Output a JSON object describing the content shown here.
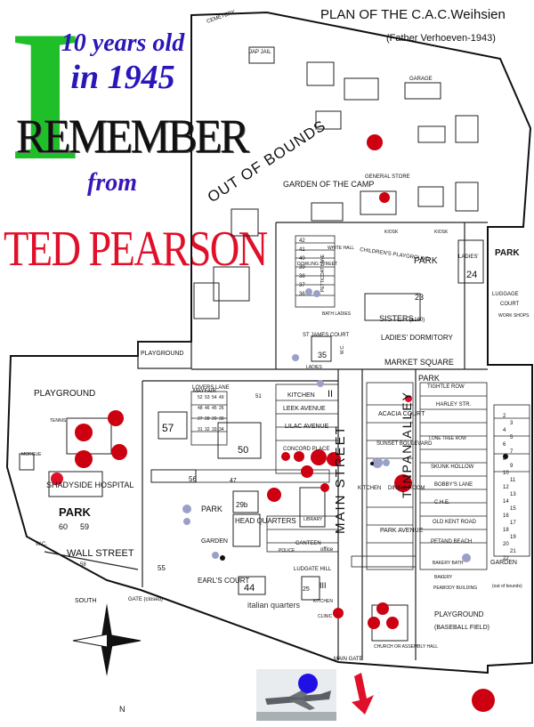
{
  "poster": {
    "big_letter": "I",
    "line_years": "10 years old",
    "line_year": "in 1945",
    "word_remember": "REMEMBER",
    "word_from": "from",
    "author": "TED PEARSON",
    "colors": {
      "green": "#1fbf2a",
      "blue": "#2a17b8",
      "red": "#e0102a"
    }
  },
  "map": {
    "title": "PLAN OF THE C.A.C.Weihsien",
    "subtitle": "(Father Verhoeven-1943)",
    "labels": {
      "cemetery": "CEMETERY",
      "jap_jail": "JAP JAIL",
      "garage": "GARAGE",
      "out_of_bounds": "OUT OF BOUNDS",
      "general_store": "GENERAL STORE",
      "garden_camp": "GARDEN OF THE CAMP",
      "kiosk1": "KIOSK",
      "kiosk2": "KIOSK",
      "ladies": "LADIES'",
      "park_right": "PARK",
      "kitchen_24": "24",
      "luggage": "LUGGAGE",
      "court": "COURT",
      "work_shops": "WORK SHOPS",
      "childrens_playground": "CHILDREN'S PLAYGROUND",
      "park_mid": "PARK",
      "petticoat_lane": "PETTICOAT LANE",
      "white_hall": "WHITE HALL",
      "dowling_street": "DOWLING STREET",
      "bath_ladies": "BATH LADIES",
      "sisters": "SISTERS",
      "sisters_count": "(±160)",
      "ladies_dormitory": "LADIES' DORMITORY",
      "block_23": "23",
      "st_james_court": "ST JAMES COURT",
      "b35": "35",
      "ladies_small": "LADIES",
      "wc": "W.C.",
      "playground_top": "PLAYGROUND",
      "market_square": "MARKET SQUARE",
      "market_park": "PARK",
      "lovers_lane": "LOVERS LANE",
      "mayfair": "MAYFAIR",
      "kitchen2": "KITCHEN",
      "kitchen_ii": "II",
      "leek_avenue": "LEEK AVENUE",
      "lilac_avenue": "LILAC AVENUE",
      "concord_place": "CONCORD PLACE",
      "b57": "57",
      "b50": "50",
      "b51": "51",
      "b56": "56",
      "b47": "47",
      "b29b": "29b",
      "park_center": "PARK",
      "headquarters": "HEAD QUARTERS",
      "garden_left": "GARDEN",
      "library": "LIBRARY",
      "canteen": "CANTEEN",
      "police": "POLICE",
      "office": "office",
      "ludgate_hill": "LUDGATE HILL",
      "earls_court": "EARL'S COURT",
      "b44": "44",
      "italian_quarters": "italian quarters",
      "b25": "25",
      "kitchen_iii": "III",
      "kitchen3": "KITCHEN",
      "clinic": "CLINIC",
      "main_street": "MAIN STREET",
      "tinpan_alley": "TINPAN ALLEY",
      "acacia_court": "ACACIA COURT",
      "sunset_boulevard": "SUNSET BOULEVARD",
      "kitchen1": "KITCHEN",
      "dining_room": "DINING ROOM",
      "park_avenue": "PARK AVENUE",
      "church": "CHURCH OR ASSEMBLY HALL",
      "main_gate": "MAIN GATE",
      "tight_row": "TIGHTLE ROW",
      "harley_str": "HARLEY STR.",
      "lone_tree_row": "LONE TREE ROW",
      "skunk_hollow": "SKUNK HOLLOW",
      "bobbys_lane": "BOBBY'S LANE",
      "che": "C.H.E.",
      "old_kent_road": "OLD KENT ROAD",
      "petand_beach": "PETAND BEACH",
      "baker_bath": "BAKERY BATH",
      "bakery": "BAKERY",
      "peabody": "PEABODY BUILDING",
      "garden_right": "GARDEN",
      "out_of_bounds_small": "(out of bounds)",
      "playground_bottom": "PLAYGROUND",
      "baseball_field": "(BASEBALL FIELD)",
      "playground_left": "PLAYGROUND",
      "tennis": "TENNIS",
      "shadyside": "SHADYSIDE HOSPITAL",
      "morgue": "MORGUE",
      "park_left": "PARK",
      "b60": "60",
      "b59": "59",
      "wall_street": "WALL STREET",
      "b58": "58",
      "wc_left": "W.C.",
      "b55": "55",
      "gate_closed": "GATE (closed)",
      "south": "SOUTH",
      "north": "N",
      "numbers_right": [
        "2",
        "3",
        "4",
        "5",
        "6",
        "7",
        "8",
        "9",
        "10",
        "11",
        "12",
        "13",
        "14",
        "15",
        "16",
        "17",
        "18",
        "19",
        "20",
        "21",
        "22"
      ],
      "numbers_left": [
        "42",
        "41",
        "40",
        "39",
        "38",
        "37",
        "36"
      ],
      "numbers_mid": [
        "52",
        "53",
        "54",
        "49",
        "48",
        "46",
        "45",
        "26",
        "27",
        "28",
        "29",
        "30",
        "31",
        "32",
        "33",
        "34"
      ]
    }
  }
}
